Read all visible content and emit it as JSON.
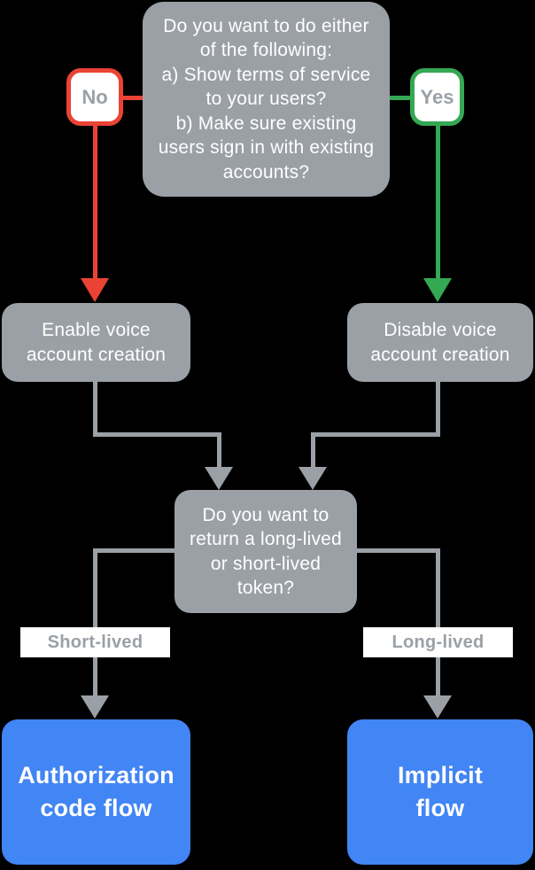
{
  "diagram": {
    "title": "voice-account-creation-decision-flowchart",
    "colors": {
      "background": "#000000",
      "node_gray": "#9AA0A6",
      "terminal_blue": "#4285F4",
      "no_red": "#EA4335",
      "yes_green": "#34A853",
      "node_text": "#FFFFFF",
      "badge_text": "#9AA0A6",
      "label_background": "#FFFFFF"
    },
    "nodes": {
      "question1": "Do you want to do either\nof the following:\na) Show terms of service\nto your users?\nb) Make sure existing\nusers sign in with existing\naccounts?",
      "enable": "Enable voice\naccount creation",
      "disable": "Disable voice\naccount creation",
      "question2": "Do you want to\nreturn a long-lived\nor short-lived\ntoken?",
      "auth_flow": "Authorization\ncode flow",
      "implicit_flow": "Implicit\nflow"
    },
    "edge_labels": {
      "no": "No",
      "yes": "Yes",
      "short_lived": "Short-lived",
      "long_lived": "Long-lived"
    }
  }
}
